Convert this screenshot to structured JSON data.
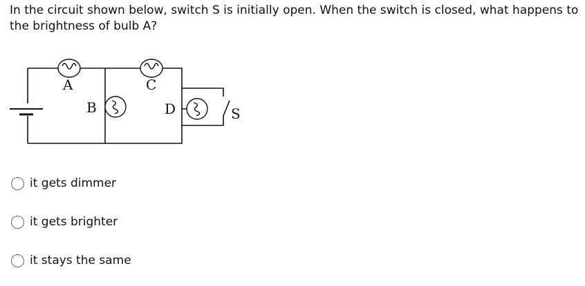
{
  "question": {
    "text": "In the circuit shown below, switch S is initially open.  When the switch is closed, what happens to the brightness of bulb A?"
  },
  "diagram": {
    "labels": {
      "a": "A",
      "b": "B",
      "c": "C",
      "d": "D",
      "s": "S"
    }
  },
  "options": [
    {
      "label": "it gets dimmer",
      "selected": false
    },
    {
      "label": "it gets brighter",
      "selected": false
    },
    {
      "label": "it stays the same",
      "selected": false
    }
  ]
}
